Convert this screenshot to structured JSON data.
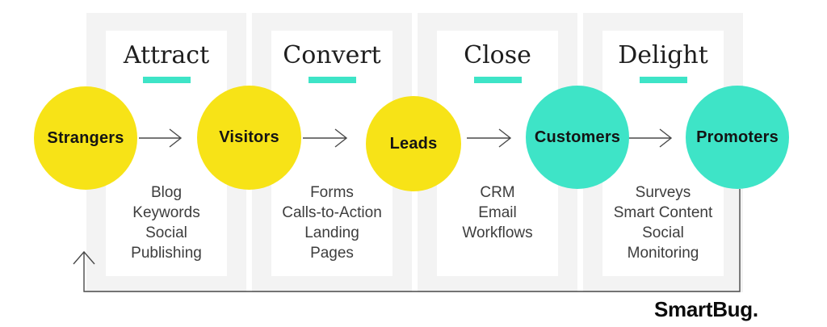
{
  "diagram": {
    "type": "inbound-marketing-funnel",
    "colors": {
      "yellow_circle": "#F7E317",
      "teal_circle": "#3EE4C7",
      "underline": "#3EE4C7",
      "stage_card_background": "#F3F3F3",
      "stage_card_inner_background": "#FFFFFF",
      "arrow": "#4A4A4A",
      "heading_text": "#1E1E1E",
      "list_text": "#3D3D3D"
    },
    "stages": [
      {
        "title": "Attract",
        "items": [
          "Blog",
          "Keywords",
          "Social\nPublishing"
        ]
      },
      {
        "title": "Convert",
        "items": [
          "Forms",
          "Calls-to-Action",
          "Landing\nPages"
        ]
      },
      {
        "title": "Close",
        "items": [
          "CRM",
          "Email",
          "Workflows"
        ]
      },
      {
        "title": "Delight",
        "items": [
          "Surveys",
          "Smart Content",
          "Social\nMonitoring"
        ]
      }
    ],
    "audiences": [
      {
        "label": "Strangers",
        "color": "#F7E317"
      },
      {
        "label": "Visitors",
        "color": "#F7E317"
      },
      {
        "label": "Leads",
        "color": "#F7E317"
      },
      {
        "label": "Customers",
        "color": "#3EE4C7"
      },
      {
        "label": "Promoters",
        "color": "#3EE4C7"
      }
    ],
    "flow": "Strangers → Visitors → Leads → Customers → Promoters, with feedback loop from Promoters back to Strangers"
  },
  "branding": {
    "logo_text": "SmartBug."
  }
}
